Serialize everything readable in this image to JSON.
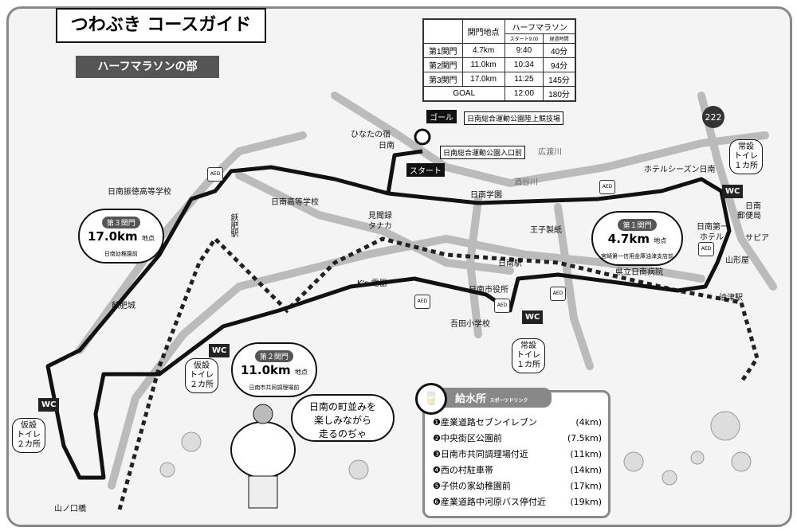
{
  "title": "つわぶき コースガイド",
  "subtitle": "ハーフマラソンの部",
  "table": {
    "col_point": "関門地点",
    "col_race": "ハーフマラソン",
    "col_start": "スタート9:00",
    "col_elapsed": "経過時間",
    "rows": [
      {
        "name": "第1関門",
        "point": "4.7km",
        "time": "9:40",
        "elapsed": "40分"
      },
      {
        "name": "第2関門",
        "point": "11.0km",
        "time": "10:34",
        "elapsed": "94分"
      },
      {
        "name": "第3関門",
        "point": "17.0km",
        "time": "11:25",
        "elapsed": "145分"
      },
      {
        "name": "GOAL",
        "time": "12:00",
        "elapsed": "180分"
      }
    ]
  },
  "markers": {
    "goal": "ゴール",
    "start": "スタート",
    "goal_place": "日南総合運動公園陸上競技場",
    "start_place": "日南総合運動公園入口前",
    "route": "222"
  },
  "places": {
    "hinata": "ひなたの宿",
    "hinata2": "日南",
    "hirotogawa": "広渡川",
    "sakatanigawa": "酒谷川",
    "hotel_seasons": "ホテルシーズン日南",
    "post": "日南",
    "post2": "郵便局",
    "hotel_daiichi": "日南第一",
    "hotel_daiichi2": "ホテル",
    "sapia": "サピア",
    "yamakataya": "山形屋",
    "aburatsu": "油津駅",
    "hospital": "県立日南病院",
    "oji": "王子製紙",
    "gakuen": "日南学園",
    "kenmonroku": "見聞録",
    "tanaka": "タナカ",
    "nichinan_hs": "日南高等学校",
    "shintoku_hs": "日南振徳高等学校",
    "obi_station": "飫肥駅",
    "obi_castle": "飫肥城",
    "ks": "K's 電器",
    "nichinan_station": "日南駅",
    "city_hall": "日南市役所",
    "agata": "吾田小学校",
    "yamanokuchi": "山ノ口橋"
  },
  "checkpoints": [
    {
      "label": "第１関門",
      "km": "4.7km",
      "unit": "地点",
      "place": "宮崎第一信用金庫油津支店前"
    },
    {
      "label": "第２関門",
      "km": "11.0km",
      "unit": "地点",
      "place": "日南市共同調理場前"
    },
    {
      "label": "第３関門",
      "km": "17.0km",
      "unit": "地点",
      "place": "日南幼稚園前"
    }
  ],
  "toilets": {
    "perm": [
      "常設",
      "トイレ",
      "１カ所"
    ],
    "temp": [
      "仮設",
      "トイレ",
      "２カ所"
    ],
    "wc": "WC",
    "aed": "AED"
  },
  "water": {
    "title": "給水所",
    "sub": "スポーツドリンク",
    "items": [
      {
        "name": "❶産業道路セブンイレブン",
        "km": "(4km)"
      },
      {
        "name": "❷中央街区公園前",
        "km": "(7.5km)"
      },
      {
        "name": "❸日南市共同調理場付近",
        "km": "(11km)"
      },
      {
        "name": "❹西の村駐車帯",
        "km": "(14km)"
      },
      {
        "name": "❺子供の家幼稚園前",
        "km": "(17km)"
      },
      {
        "name": "❻産業道路中河原バス停付近",
        "km": "(19km)"
      }
    ]
  },
  "speech": [
    "日南の町並みを",
    "楽しみながら",
    "走るのぢゃ"
  ]
}
